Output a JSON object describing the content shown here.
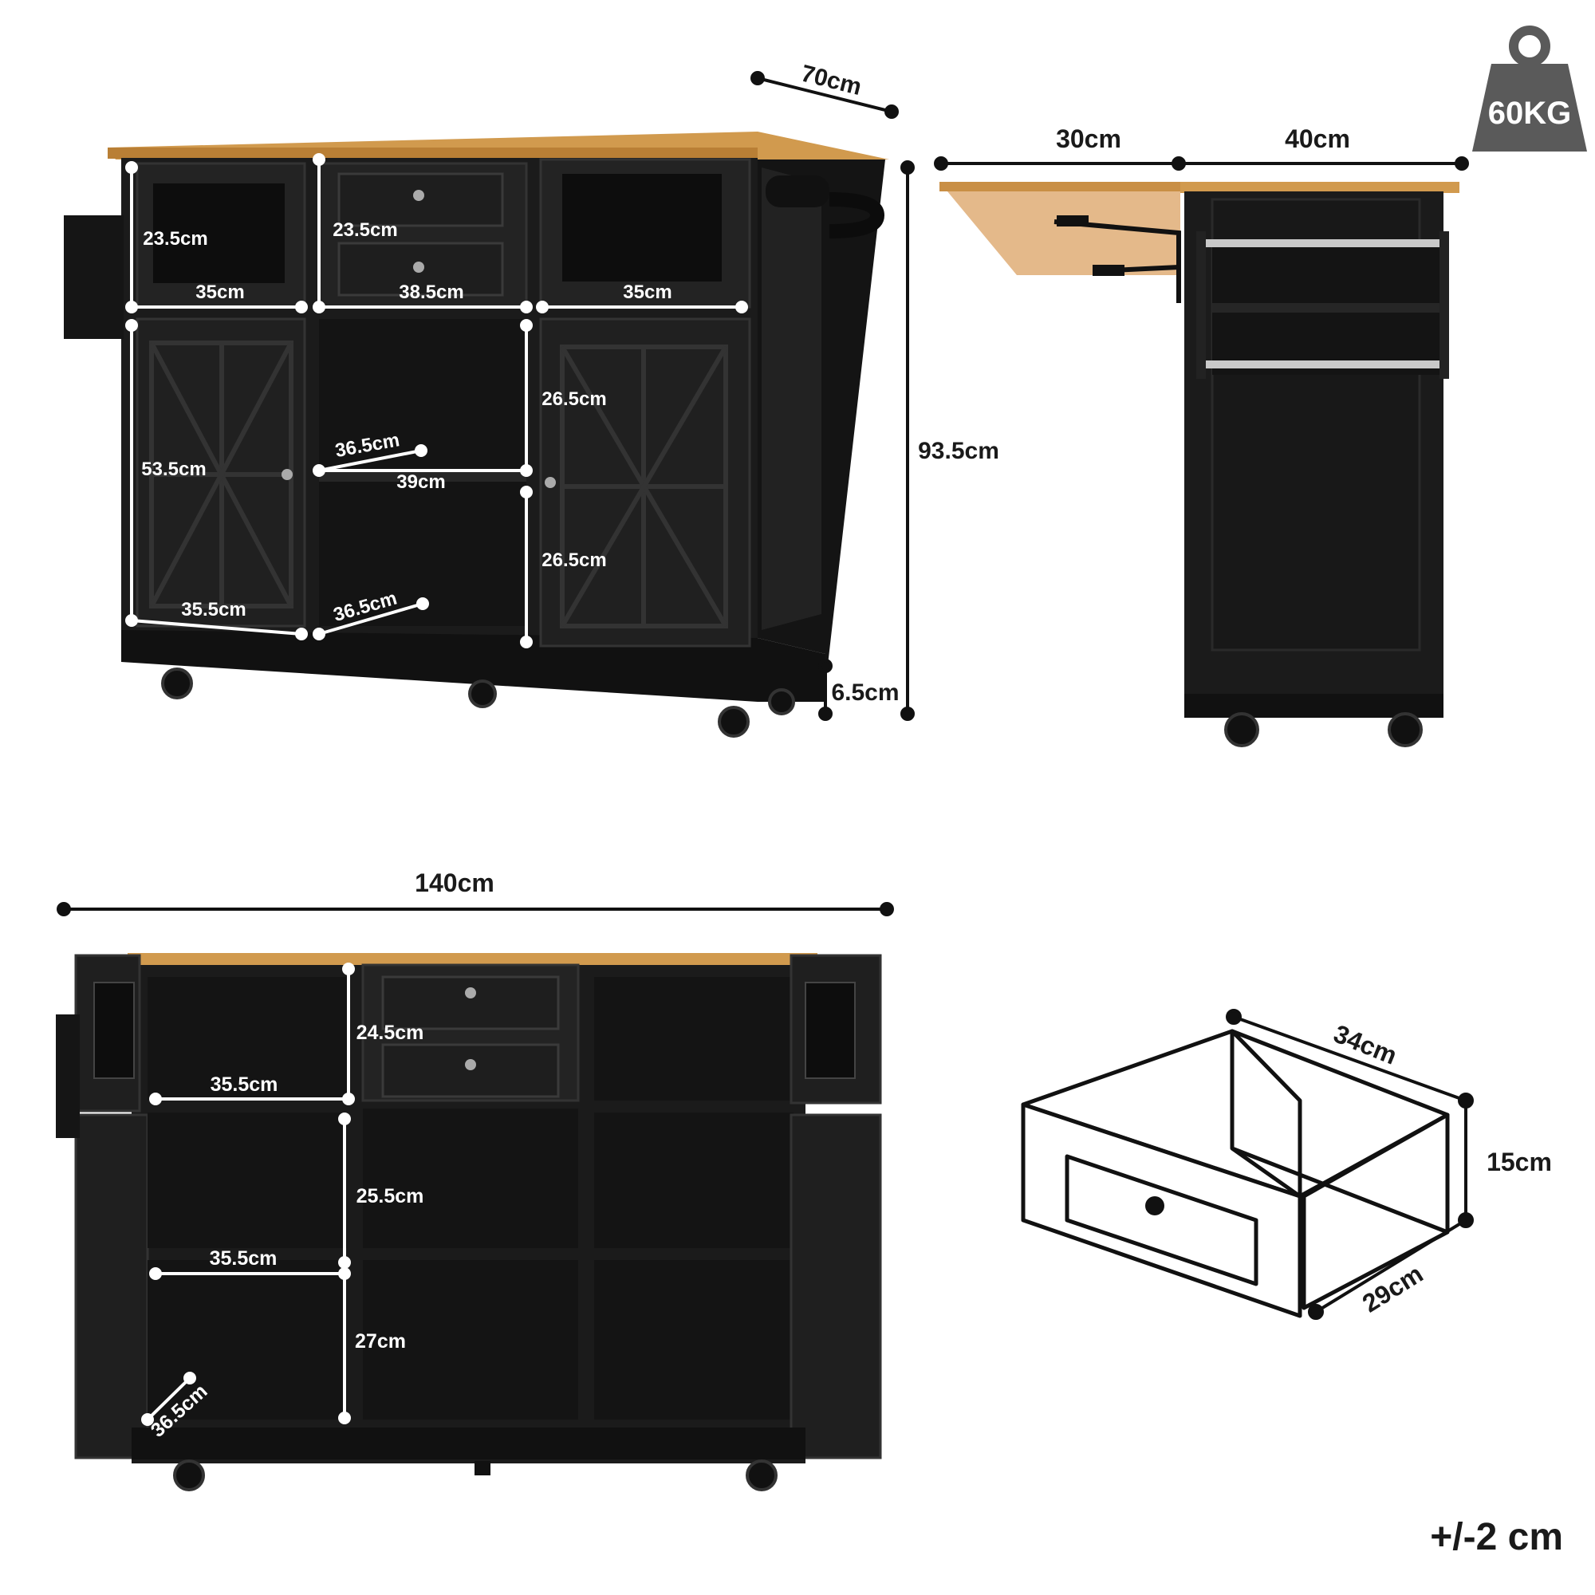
{
  "weight_badge": {
    "label": "60KG"
  },
  "tolerance": "+/-2 cm",
  "front_view": {
    "depth": "70cm",
    "top_left_height": "23.5cm",
    "top_left_width": "35cm",
    "drawer_height": "23.5cm",
    "drawer_width": "38.5cm",
    "top_right_width": "35cm",
    "left_door_height": "53.5cm",
    "left_door_width": "35.5cm",
    "open_shelf_upper_height": "26.5cm",
    "open_shelf_lower_height": "26.5cm",
    "open_shelf_upper_depth": "36.5cm",
    "open_shelf_width": "39cm",
    "open_shelf_lower_depth": "36.5cm",
    "total_height": "93.5cm",
    "caster_height": "6.5cm"
  },
  "side_view": {
    "drop_leaf_width": "30cm",
    "body_depth": "40cm"
  },
  "open_view": {
    "total_width": "140cm",
    "upper_height": "24.5cm",
    "upper_width": "35.5cm",
    "middle_height": "25.5cm",
    "lower_width": "35.5cm",
    "lower_height": "27cm",
    "inner_depth": "36.5cm"
  },
  "drawer_detail": {
    "length": "34cm",
    "height": "15cm",
    "width": "29cm"
  },
  "colors": {
    "cabinet": "#1b1b1b",
    "panel": "#222222",
    "wood": "#d19a4e",
    "dimension_line": "#ffffff",
    "badge": "#5a5a5a"
  }
}
